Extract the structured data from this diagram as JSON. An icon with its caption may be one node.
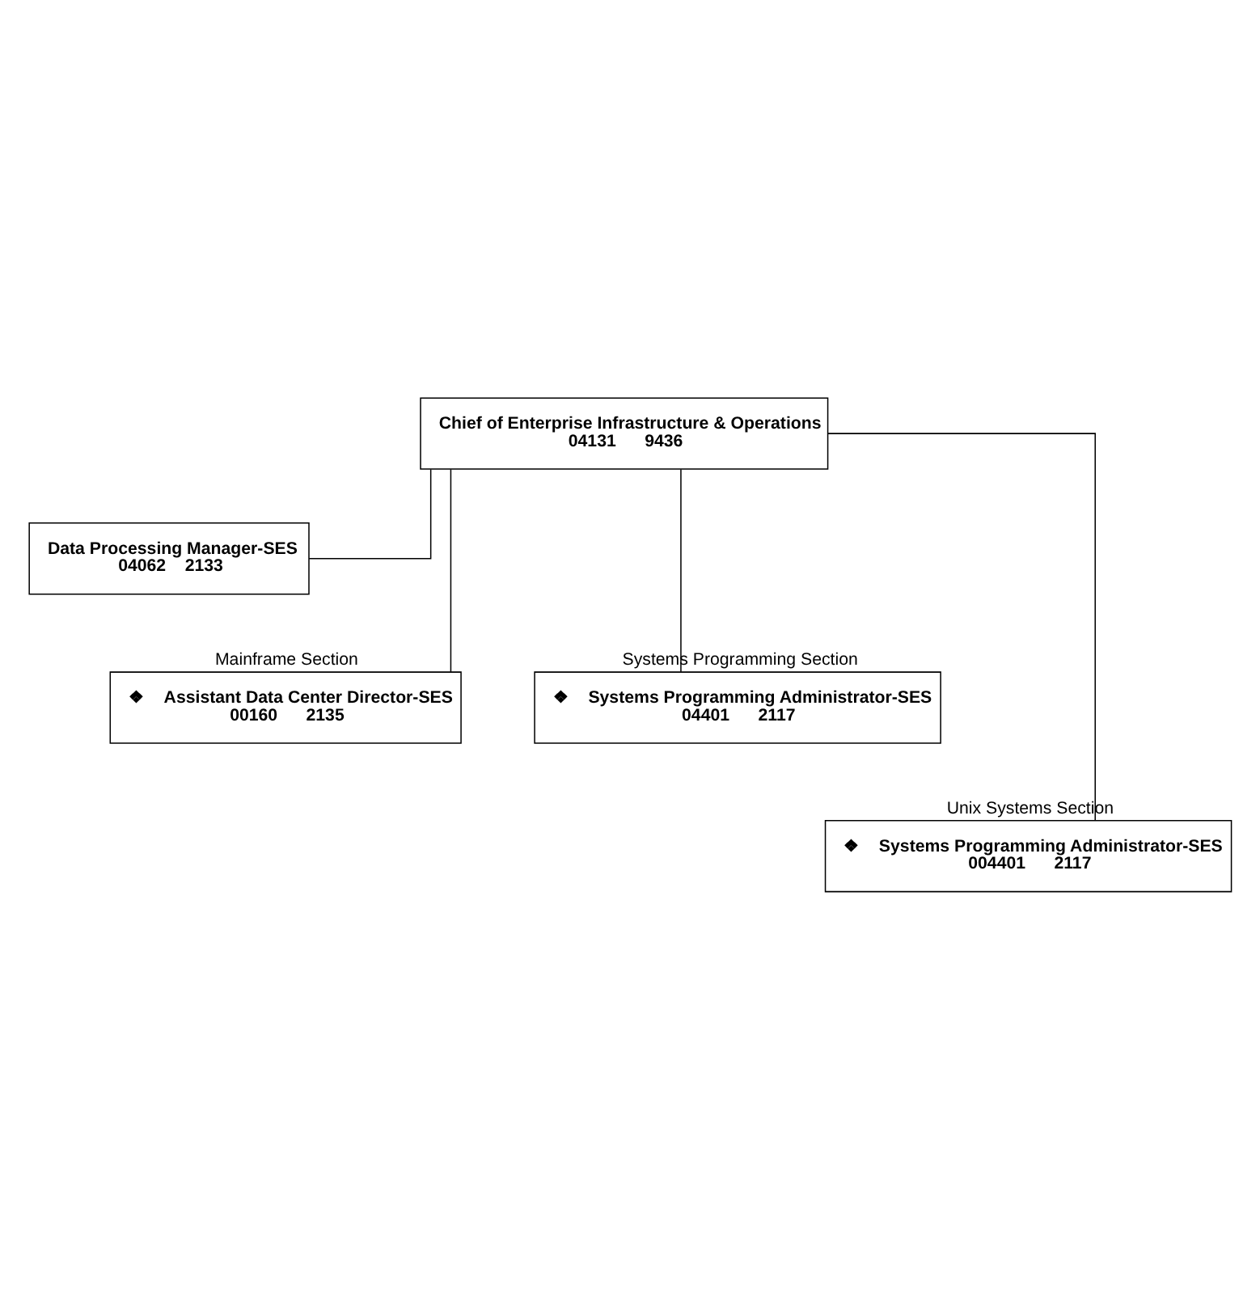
{
  "diagram": {
    "nodes": [
      {
        "text": [
          "Chief of Enterprise Infrastructure & Operations",
          "04131      9436"
        ]
      },
      {
        "text": [
          "Data Processing Manager-SES",
          "04062    2133"
        ]
      },
      {
        "text": [
          "❖    Assistant Data Center Director-SES",
          "00160      2135"
        ],
        "beside": [
          "Mainframe Section"
        ]
      },
      {
        "text": [
          "❖    Systems Programming Administrator-SES",
          "04401      2117"
        ],
        "beside": [
          "Systems Programming Section"
        ]
      },
      {
        "text": [
          "❖    Systems Programming Administrator-SES",
          "004401      2117"
        ],
        "beside": [
          "Unix Systems Section"
        ]
      }
    ],
    "edges": [
      {
        "from": 0,
        "to": 1,
        "arrow": "none"
      },
      {
        "from": 0,
        "to": 2,
        "arrow": "none"
      },
      {
        "from": 0,
        "to": 3,
        "arrow": "none"
      },
      {
        "from": 0,
        "to": 4,
        "arrow": "none"
      }
    ]
  }
}
